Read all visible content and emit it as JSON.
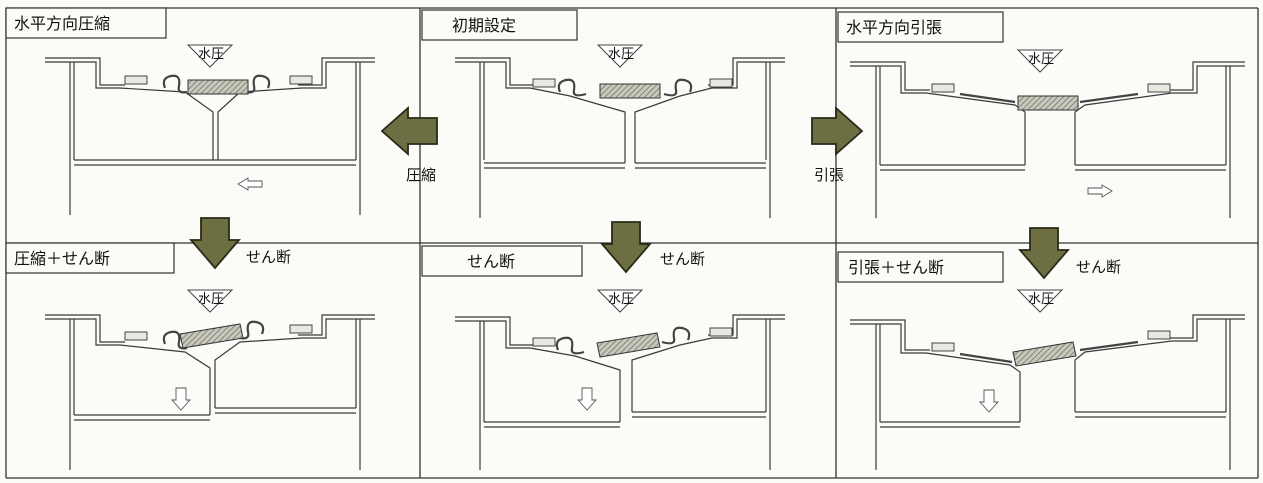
{
  "panels": [
    {
      "id": "h-compress",
      "title": "水平方向圧縮",
      "water_pressure": "水圧",
      "arrow": "left"
    },
    {
      "id": "initial",
      "title": "初期設定",
      "water_pressure": "水圧",
      "arrow": ""
    },
    {
      "id": "h-tension",
      "title": "水平方向引張",
      "water_pressure": "水圧",
      "arrow": "right"
    },
    {
      "id": "compress-shear",
      "title": "圧縮＋せん断",
      "water_pressure": "水圧",
      "arrow": "down"
    },
    {
      "id": "shear",
      "title": "せん断",
      "water_pressure": "水圧",
      "arrow": "down"
    },
    {
      "id": "tension-shear",
      "title": "引張＋せん断",
      "water_pressure": "水圧",
      "arrow": "down"
    }
  ],
  "transitions": {
    "compress_label": "圧縮",
    "tension_label": "引張",
    "shear_label_left": "せん断",
    "shear_label_center": "せん断",
    "shear_label_right": "せん断"
  },
  "colors": {
    "big_arrow": "#6d6f43",
    "seal": "#aaa79a"
  }
}
